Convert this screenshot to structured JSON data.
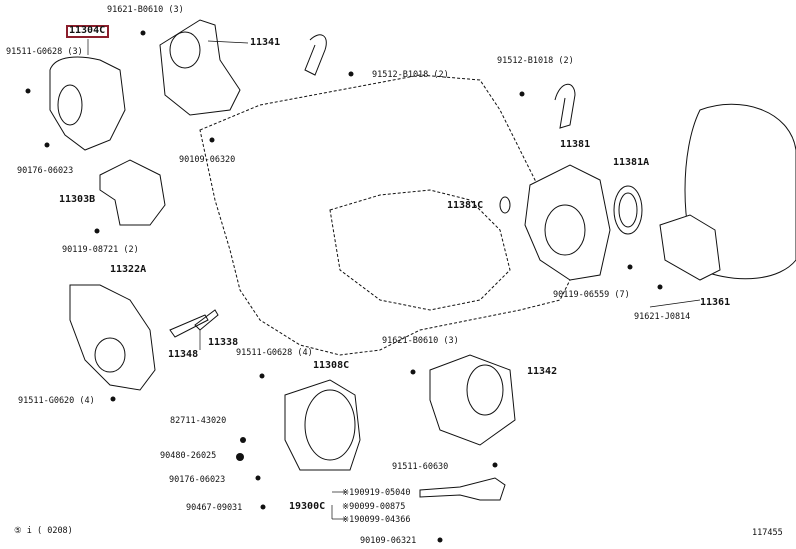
{
  "diagram": {
    "highlighted_part": "11304C",
    "figure_number": "117455",
    "footer_code": "⑤ i (    0208)",
    "labels": [
      {
        "id": "l1",
        "text": "11304C",
        "big": true
      },
      {
        "id": "l2",
        "text": "91621-B0610 (3)"
      },
      {
        "id": "l3",
        "text": "11341",
        "big": true
      },
      {
        "id": "l4",
        "text": "91511-G0628 (3)"
      },
      {
        "id": "l5",
        "text": "90109-06320"
      },
      {
        "id": "l6",
        "text": "90176-06023"
      },
      {
        "id": "l7",
        "text": "91512-B1018 (2)"
      },
      {
        "id": "l8",
        "text": "91512-B1018 (2)"
      },
      {
        "id": "l9",
        "text": "11303B",
        "big": true
      },
      {
        "id": "l10",
        "text": "90119-08721 (2)"
      },
      {
        "id": "l11",
        "text": "11381",
        "big": true
      },
      {
        "id": "l12",
        "text": "11381A",
        "big": true
      },
      {
        "id": "l13",
        "text": "11381C",
        "big": true
      },
      {
        "id": "l14",
        "text": "11322A",
        "big": true
      },
      {
        "id": "l15",
        "text": "90119-06559 (7)"
      },
      {
        "id": "l16",
        "text": "11361",
        "big": true
      },
      {
        "id": "l17",
        "text": "91621-J0814"
      },
      {
        "id": "l18",
        "text": "11338",
        "big": true
      },
      {
        "id": "l19",
        "text": "11348",
        "big": true
      },
      {
        "id": "l20",
        "text": "91511-G0628 (4)"
      },
      {
        "id": "l21",
        "text": "91621-B0610 (3)"
      },
      {
        "id": "l22",
        "text": "11308C",
        "big": true
      },
      {
        "id": "l23",
        "text": "11342",
        "big": true
      },
      {
        "id": "l24",
        "text": "91511-G0620 (4)"
      },
      {
        "id": "l25",
        "text": "82711-43020"
      },
      {
        "id": "l26",
        "text": "90480-26025"
      },
      {
        "id": "l27",
        "text": "91511-60630"
      },
      {
        "id": "l28",
        "text": "90176-06023"
      },
      {
        "id": "l29",
        "text": "※190919-05040"
      },
      {
        "id": "l30",
        "text": "90467-09031"
      },
      {
        "id": "l31",
        "text": "19300C",
        "big": true
      },
      {
        "id": "l32",
        "text": "※90099-00875"
      },
      {
        "id": "l33",
        "text": "※190099-04366"
      },
      {
        "id": "l34",
        "text": "90109-06321"
      }
    ]
  }
}
